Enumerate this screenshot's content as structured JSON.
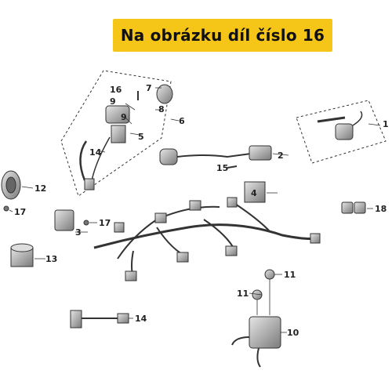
{
  "banner": {
    "text": "Na obrázku díl číslo 16",
    "bg": "#f5c518"
  },
  "callouts": [
    "1",
    "2",
    "3",
    "4",
    "5",
    "6",
    "7",
    "8",
    "9",
    "9",
    "10",
    "11",
    "11",
    "12",
    "13",
    "14",
    "14",
    "15",
    "16",
    "17",
    "17",
    "18"
  ],
  "colors": {
    "line": "#333333",
    "part_fill": "#9a9a9a",
    "part_dark": "#555555",
    "part_light": "#d8d8d8"
  }
}
